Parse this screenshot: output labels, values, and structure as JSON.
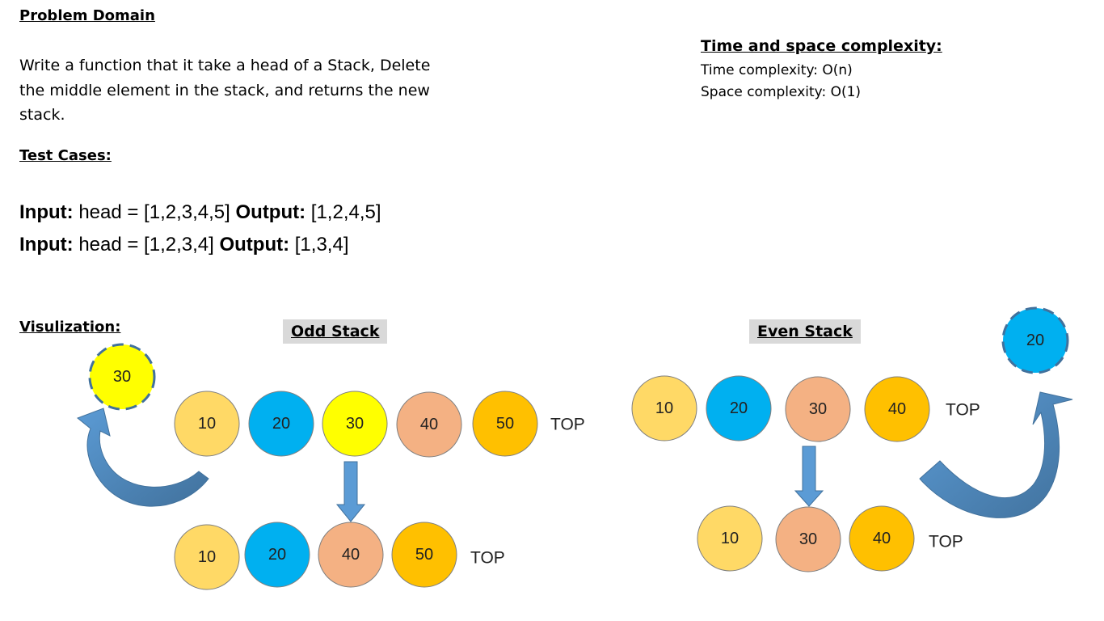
{
  "problem": {
    "heading": "Problem Domain",
    "description": "Write a function that it take a head of a Stack, Delete the middle element in the stack, and returns the new stack."
  },
  "tests": {
    "heading": "Test Cases:",
    "cases": [
      {
        "input_label": "Input:",
        "input_value": "head = [1,2,3,4,5]",
        "output_label": "Output:",
        "output_value": "[1,2,4,5]"
      },
      {
        "input_label": "Input:",
        "input_value": "head = [1,2,3,4]",
        "output_label": "Output:",
        "output_value": "[1,3,4]"
      }
    ]
  },
  "complexity": {
    "heading": "Time and space complexity:",
    "time": "Time complexity: O(n)",
    "space": "Space complexity: O(1)"
  },
  "visualization": {
    "heading": "Visulization:",
    "top_label": "TOP",
    "odd": {
      "title": "Odd Stack",
      "before": [
        "10",
        "20",
        "30",
        "40",
        "50"
      ],
      "after": [
        "10",
        "20",
        "40",
        "50"
      ],
      "removed": "30"
    },
    "even": {
      "title": "Even Stack",
      "before": [
        "10",
        "20",
        "30",
        "40"
      ],
      "after": [
        "10",
        "30",
        "40"
      ],
      "removed": "20"
    }
  },
  "colors": {
    "value_10": "#ffd966",
    "value_20": "#00b0f0",
    "value_30_odd": "#ffff00",
    "value_30_even": "#f4b183",
    "value_40": "#f4b183",
    "value_40_even": "#ffc000",
    "value_50": "#ffc000",
    "arrow": "#5b9bd5",
    "curved_arrow": "#4a7fb5"
  }
}
